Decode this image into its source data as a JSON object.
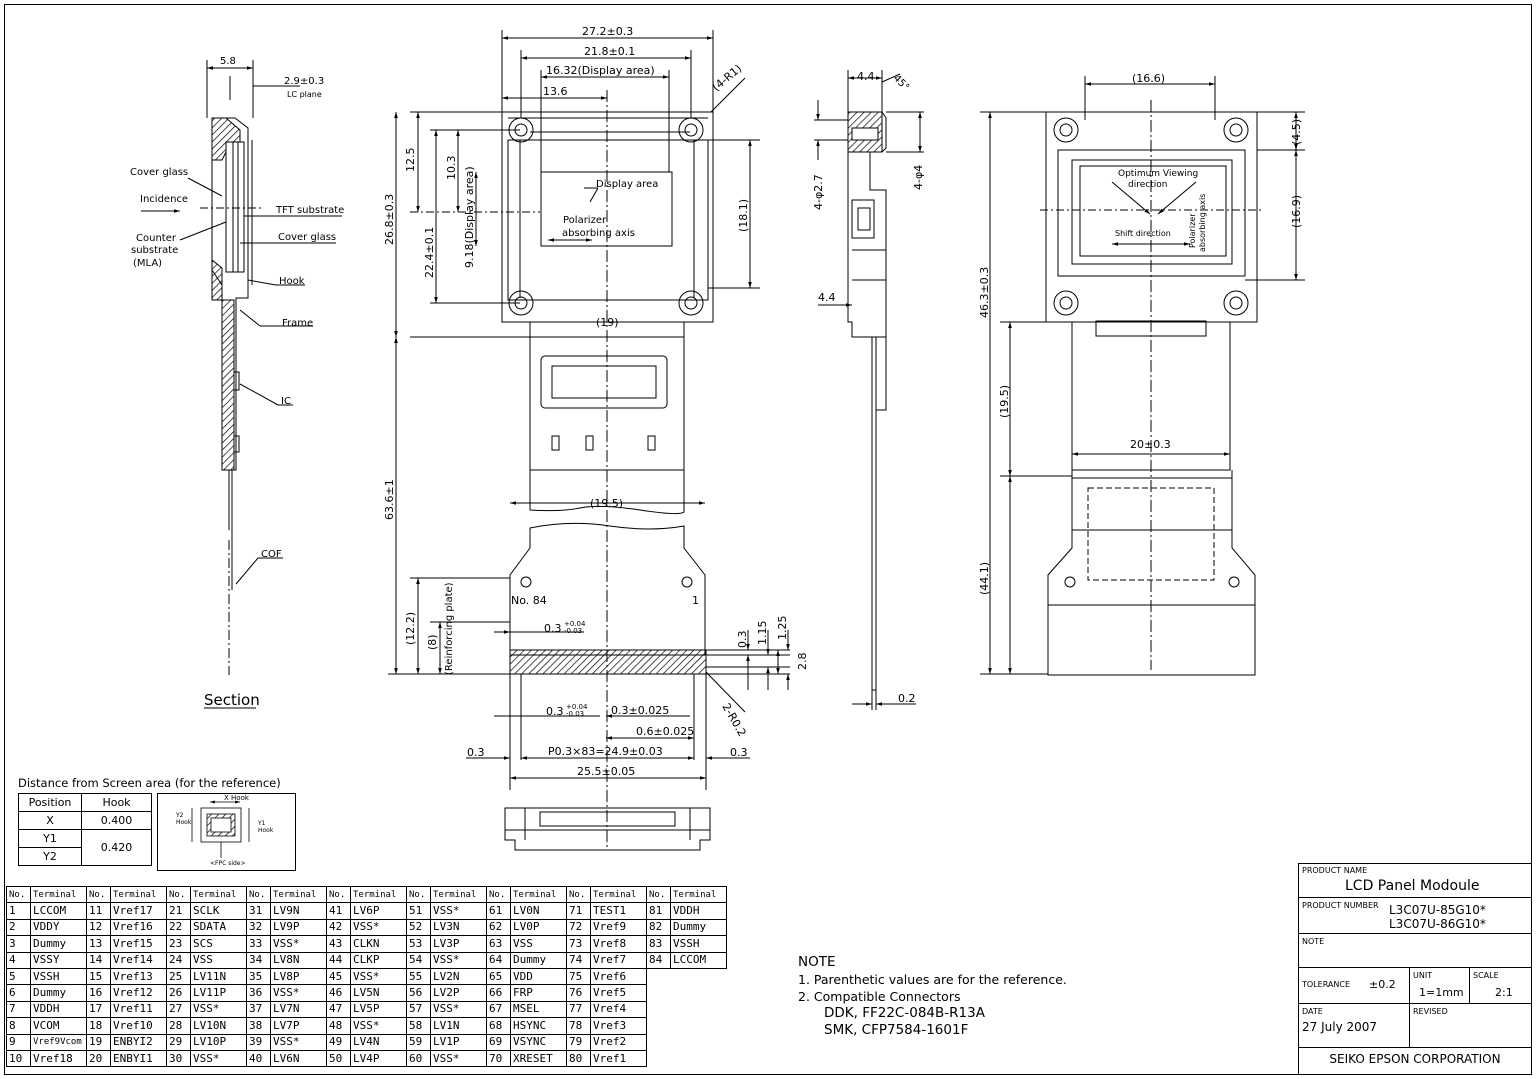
{
  "section_view": {
    "dims": {
      "width": "5.8",
      "lc_plane": "2.9±0.3",
      "lc_plane_label": "LC plane"
    },
    "labels": {
      "cover_glass_top": "Cover glass",
      "incidence": "Incidence",
      "counter_substrate": "Counter\nsubstrate",
      "mla": "(MLA)",
      "tft_substrate": "TFT substrate",
      "cover_glass_bottom": "Cover glass",
      "hook": "Hook",
      "frame": "Frame",
      "ic": "IC",
      "cof": "COF"
    },
    "caption": "Section"
  },
  "front_view": {
    "dims": {
      "overall_width": "27.2±0.3",
      "hole_pitch": "21.8±0.1",
      "display_width": "16.32(Display area)",
      "center_offset": "13.6",
      "corner_radius": "(4-R1)",
      "height_total": "26.8±0.3",
      "h_12_5": "12.5",
      "h_10_3": "10.3",
      "display_height": "9.18(Display area)",
      "h_22_4": "22.4±0.1",
      "h_18_1": "(18.1)",
      "w_19": "(19)",
      "fpc_length": "63.6±1",
      "w_19_5": "(19.5)",
      "h_12_2": "(12.2)",
      "h_8": "(8)",
      "reinforcing_plate": "(Reinforcing plate)",
      "pin_tol_top": "0.3",
      "pin_tol_top_sup": "+0.04",
      "pin_tol_top_sub": "-0.03",
      "pin_h_0_3": "0.3",
      "pin_h_1_15": "1.15",
      "pin_h_1_25": "1.25",
      "pin_h_2_8": "2.8",
      "r02": "2-R0.2",
      "pin_tol_bottom": "0.3",
      "pin_tol_bottom_sup": "+0.04",
      "pin_tol_bottom_sub": "-0.03",
      "pin_width": "0.3±0.025",
      "pin_pitch_pair": "0.6±0.025",
      "edge_left": "0.3",
      "edge_right": "0.3",
      "pitch_total": "P0.3×83=24.9±0.03",
      "tail_width": "25.5±0.05"
    },
    "labels": {
      "display_area": "Display area",
      "polarizer": "Polarizer\nabsorbing axis",
      "pin_84": "No. 84",
      "pin_1": "1"
    }
  },
  "side_view": {
    "dims": {
      "top": "4.4",
      "chamfer": "45°",
      "hole_left": "4-φ2.7",
      "hole_right": "4-φ4",
      "mid": "4.4",
      "bottom": "0.2"
    }
  },
  "rear_view": {
    "dims": {
      "width_16_6": "(16.6)",
      "h_4_5": "(4.5)",
      "h_16_9": "(16.9)",
      "height_total": "46.3±0.3",
      "h_19_5": "(19.5)",
      "w_20": "20±0.3",
      "h_44_1": "(44.1)"
    },
    "labels": {
      "viewing": "Optimum Viewing\ndirection",
      "shift": "Shift direction",
      "polarizer": "Polarizer\nabsorbing axis"
    }
  },
  "reference": {
    "title": "Distance from Screen area (for the reference)",
    "headers": [
      "Position",
      "Hook"
    ],
    "rows": [
      [
        "X",
        "0.400"
      ],
      [
        "Y1",
        "0.420"
      ],
      [
        "Y2",
        ""
      ]
    ],
    "fig": {
      "x_hook": "X  Hook",
      "y2": "Y2\nHook",
      "y1": "Y1\nHook",
      "fpc": "<FPC side>"
    }
  },
  "pin_table": {
    "header_no": "No.",
    "header_terminal": "Terminal",
    "rows": [
      [
        "1",
        "LCCOM",
        "11",
        "Vref17",
        "21",
        "SCLK",
        "31",
        "LV9N",
        "41",
        "LV6P",
        "51",
        "VSS*",
        "61",
        "LV0N",
        "71",
        "TEST1",
        "81",
        "VDDH"
      ],
      [
        "2",
        "VDDY",
        "12",
        "Vref16",
        "22",
        "SDATA",
        "32",
        "LV9P",
        "42",
        "VSS*",
        "52",
        "LV3N",
        "62",
        "LV0P",
        "72",
        "Vref9",
        "82",
        "Dummy"
      ],
      [
        "3",
        "Dummy",
        "13",
        "Vref15",
        "23",
        "SCS",
        "33",
        "VSS*",
        "43",
        "CLKN",
        "53",
        "LV3P",
        "63",
        "VSS",
        "73",
        "Vref8",
        "83",
        "VSSH"
      ],
      [
        "4",
        "VSSY",
        "14",
        "Vref14",
        "24",
        "VSS",
        "34",
        "LV8N",
        "44",
        "CLKP",
        "54",
        "VSS*",
        "64",
        "Dummy",
        "74",
        "Vref7",
        "84",
        "LCCOM"
      ],
      [
        "5",
        "VSSH",
        "15",
        "Vref13",
        "25",
        "LV11N",
        "35",
        "LV8P",
        "45",
        "VSS*",
        "55",
        "LV2N",
        "65",
        "VDD",
        "75",
        "Vref6",
        "",
        ""
      ],
      [
        "6",
        "Dummy",
        "16",
        "Vref12",
        "26",
        "LV11P",
        "36",
        "VSS*",
        "46",
        "LV5N",
        "56",
        "LV2P",
        "66",
        "FRP",
        "76",
        "Vref5",
        "",
        ""
      ],
      [
        "7",
        "VDDH",
        "17",
        "Vref11",
        "27",
        "VSS*",
        "37",
        "LV7N",
        "47",
        "LV5P",
        "57",
        "VSS*",
        "67",
        "MSEL",
        "77",
        "Vref4",
        "",
        ""
      ],
      [
        "8",
        "VCOM",
        "18",
        "Vref10",
        "28",
        "LV10N",
        "38",
        "LV7P",
        "48",
        "VSS*",
        "58",
        "LV1N",
        "68",
        "HSYNC",
        "78",
        "Vref3",
        "",
        ""
      ],
      [
        "9",
        "Vref9Vcom",
        "19",
        "ENBYI2",
        "29",
        "LV10P",
        "39",
        "VSS*",
        "49",
        "LV4N",
        "59",
        "LV1P",
        "69",
        "VSYNC",
        "79",
        "Vref2",
        "",
        ""
      ],
      [
        "10",
        "Vref18",
        "20",
        "ENBYI1",
        "30",
        "VSS*",
        "40",
        "LV6N",
        "50",
        "LV4P",
        "60",
        "VSS*",
        "70",
        "XRESET",
        "80",
        "Vref1",
        "",
        ""
      ]
    ]
  },
  "note": {
    "title": "NOTE",
    "line1": "1. Parenthetic values are for the reference.",
    "line2": "2. Compatible Connectors",
    "line3": "DDK, FF22C-084B-R13A",
    "line4": "SMK, CFP7584-1601F"
  },
  "title_block": {
    "product_name_caption": "PRODUCT NAME",
    "product_name": "LCD Panel Modoule",
    "product_number_caption": "PRODUCT NUMBER",
    "product_number_1": "L3C07U-85G10*",
    "product_number_2": "L3C07U-86G10*",
    "note_caption": "NOTE",
    "tolerance_caption": "TOLERANCE",
    "tolerance": "±0.2",
    "unit_caption": "UNIT",
    "unit": "1=1mm",
    "scale_caption": "SCALE",
    "scale": "2:1",
    "date_caption": "DATE",
    "date": "27 July 2007",
    "revised_caption": "REVISED",
    "company": "SEIKO EPSON CORPORATION"
  }
}
